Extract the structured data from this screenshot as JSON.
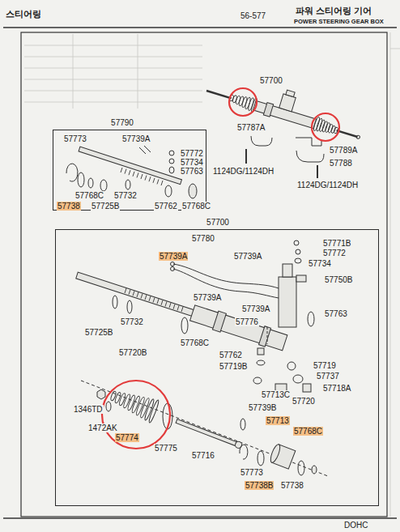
{
  "diagram": {
    "nodes": [
      {
        "text": [
          "57790"
        ]
      },
      {
        "text": [
          "57700"
        ]
      }
    ],
    "labels": [
      "스티어링",
      "56-577",
      "파워 스티어링 기어",
      "POWER STEERING GEAR BOX",
      "57700",
      "57787A",
      "57789A",
      "57788",
      "1124DG/1124DH",
      "1124DG/1124DH",
      "57773",
      "57739A",
      "57772",
      "57734",
      "57763",
      "57768C",
      "57732",
      "57738",
      "57725B",
      "57762",
      "57768C",
      "57780",
      "57771B",
      "57772",
      "57739A",
      "57739A",
      "57734",
      "57750B",
      "57739A",
      "57739A",
      "57763",
      "57732",
      "57776",
      "57725B",
      "57768C",
      "57720B",
      "57762",
      "57719B",
      "57719",
      "57737",
      "57718A",
      "57713C",
      "57720",
      "1346TD",
      "57739B",
      "57713",
      "1472AK",
      "57768C",
      "57774",
      "57775",
      "57716",
      "57773",
      "57738B",
      "57738",
      "DOHC"
    ]
  }
}
